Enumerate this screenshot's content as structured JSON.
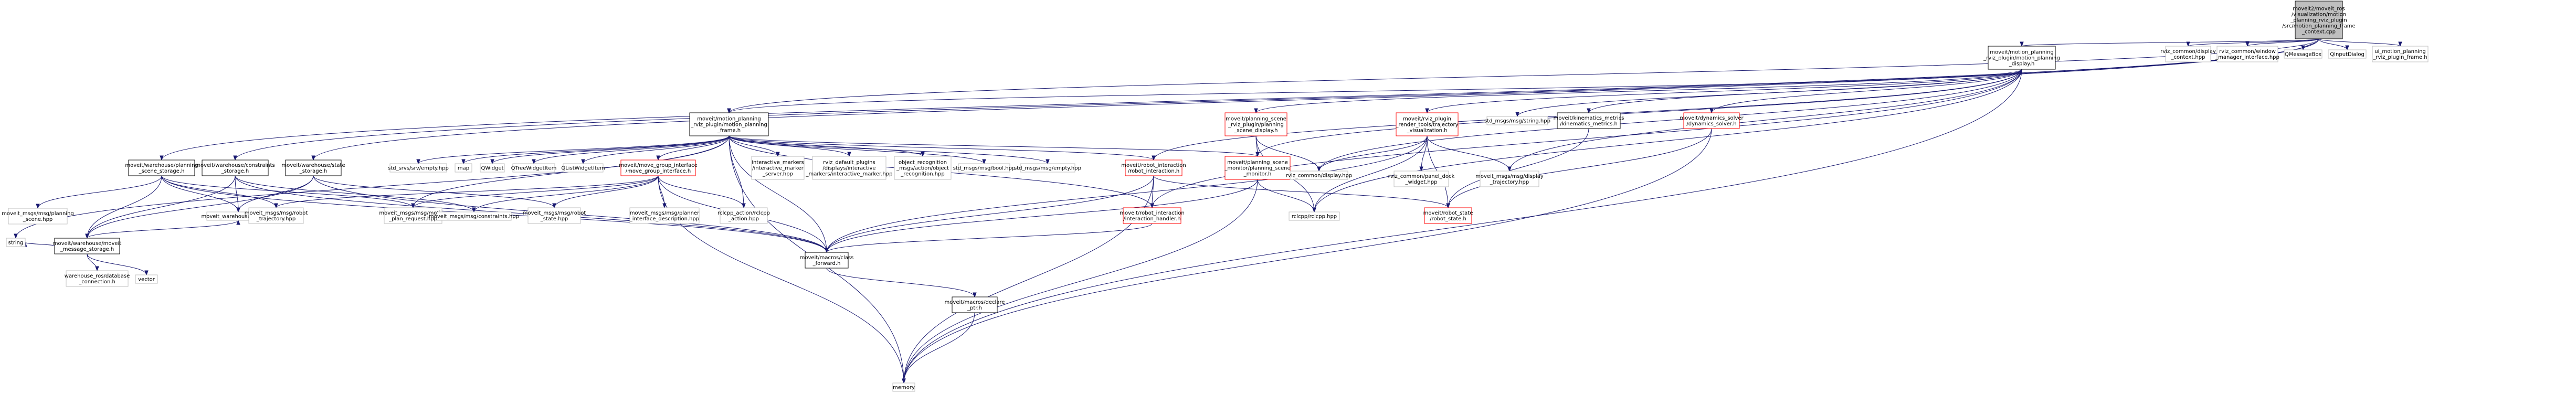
{
  "graph": {
    "title": "",
    "colors": {
      "edge": "#191970",
      "root_fill": "#bfbfbf",
      "normal_border": "#000000",
      "warn_border": "#ff0000",
      "system_border": "#bfbfbf",
      "node_fill": "#ffffff"
    },
    "nodes": [
      {
        "id": "root",
        "label": [
          "moveit2/moveit_ros",
          "/visualization/motion",
          "_planning_rviz_plugin",
          "/src/motion_planning_frame",
          "_context.cpp"
        ],
        "kind": "root"
      },
      {
        "id": "mpd",
        "label": [
          "moveit/motion_planning",
          "_rviz_plugin/motion_planning",
          "_display.h"
        ],
        "kind": "normal"
      },
      {
        "id": "rcd",
        "label": [
          "rviz_common/display",
          "_context.hpp"
        ],
        "kind": "system"
      },
      {
        "id": "rcwm",
        "label": [
          "rviz_common/window",
          "_manager_interface.hpp"
        ],
        "kind": "system"
      },
      {
        "id": "qmb",
        "label": [
          "QMessageBox"
        ],
        "kind": "system"
      },
      {
        "id": "qid",
        "label": [
          "QInputDialog"
        ],
        "kind": "system"
      },
      {
        "id": "uimp",
        "label": [
          "ui_motion_planning",
          "_rviz_plugin_frame.h"
        ],
        "kind": "system"
      },
      {
        "id": "mpf",
        "label": [
          "moveit/motion_planning",
          "_rviz_plugin/motion_planning",
          "_frame.h"
        ],
        "kind": "normal"
      },
      {
        "id": "psd",
        "label": [
          "moveit/planning_scene",
          "_rviz_plugin/planning",
          "_scene_display.h"
        ],
        "kind": "warn"
      },
      {
        "id": "rtv",
        "label": [
          "moveit/rviz_plugin",
          "_render_tools/trajectory",
          "_visualization.h"
        ],
        "kind": "warn"
      },
      {
        "id": "stdstr",
        "label": [
          "std_msgs/msg/string.hpp"
        ],
        "kind": "system"
      },
      {
        "id": "kinm",
        "label": [
          "moveit/kinematics_metrics",
          "/kinematics_metrics.h"
        ],
        "kind": "normal"
      },
      {
        "id": "dyn",
        "label": [
          "moveit/dynamics_solver",
          "/dynamics_solver.h"
        ],
        "kind": "warn"
      },
      {
        "id": "wps",
        "label": [
          "moveit/warehouse/planning",
          "_scene_storage.h"
        ],
        "kind": "normal"
      },
      {
        "id": "wcs",
        "label": [
          "moveit/warehouse/constraints",
          "_storage.h"
        ],
        "kind": "normal"
      },
      {
        "id": "wss",
        "label": [
          "moveit/warehouse/state",
          "_storage.h"
        ],
        "kind": "normal"
      },
      {
        "id": "stdsrvs",
        "label": [
          "std_srvs/srv/empty.hpp"
        ],
        "kind": "system"
      },
      {
        "id": "map",
        "label": [
          "map"
        ],
        "kind": "system"
      },
      {
        "id": "qw",
        "label": [
          "QWidget"
        ],
        "kind": "system"
      },
      {
        "id": "qtwi",
        "label": [
          "QTreeWidgetItem"
        ],
        "kind": "system"
      },
      {
        "id": "qlwi",
        "label": [
          "QListWidgetItem"
        ],
        "kind": "system"
      },
      {
        "id": "mgi",
        "label": [
          "moveit/move_group_interface",
          "/move_group_interface.h"
        ],
        "kind": "warn"
      },
      {
        "id": "imsrv",
        "label": [
          "interactive_markers",
          "/interactive_marker",
          "_server.hpp"
        ],
        "kind": "system"
      },
      {
        "id": "rdp",
        "label": [
          "rviz_default_plugins",
          "/displays/interactive",
          "_markers/interactive_marker.hpp"
        ],
        "kind": "system"
      },
      {
        "id": "obj",
        "label": [
          "object_recognition",
          "_msgs/action/object",
          "_recognition.hpp"
        ],
        "kind": "system"
      },
      {
        "id": "stdbool",
        "label": [
          "std_msgs/msg/bool.hpp"
        ],
        "kind": "system"
      },
      {
        "id": "stdempty",
        "label": [
          "std_msgs/msg/empty.hpp"
        ],
        "kind": "system"
      },
      {
        "id": "rii",
        "label": [
          "moveit/robot_interaction",
          "/robot_interaction.h"
        ],
        "kind": "warn"
      },
      {
        "id": "psm",
        "label": [
          "moveit/planning_scene",
          "_monitor/planning_scene",
          "_monitor.h"
        ],
        "kind": "warn"
      },
      {
        "id": "rcdisp",
        "label": [
          "rviz_common/display.hpp"
        ],
        "kind": "system"
      },
      {
        "id": "rcpd",
        "label": [
          "rviz_common/panel_dock",
          "_widget.hpp"
        ],
        "kind": "system"
      },
      {
        "id": "mmdt",
        "label": [
          "moveit_msgs/msg/display",
          "_trajectory.hpp"
        ],
        "kind": "system"
      },
      {
        "id": "string",
        "label": [
          "string"
        ],
        "kind": "system"
      },
      {
        "id": "wms",
        "label": [
          "moveit/warehouse/moveit",
          "_message_storage.h"
        ],
        "kind": "normal"
      },
      {
        "id": "mmps",
        "label": [
          "moveit_msgs/msg/planning",
          "_scene.hpp"
        ],
        "kind": "system"
      },
      {
        "id": "mwe",
        "label": [
          "moveit_warehouse_export.h"
        ],
        "kind": "system"
      },
      {
        "id": "mmrt",
        "label": [
          "moveit_msgs/msg/robot",
          "_trajectory.hpp"
        ],
        "kind": "system"
      },
      {
        "id": "mmmpr",
        "label": [
          "moveit_msgs/msg/motion",
          "_plan_request.hpp"
        ],
        "kind": "system"
      },
      {
        "id": "mmc",
        "label": [
          "moveit_msgs/msg/constraints.hpp"
        ],
        "kind": "system"
      },
      {
        "id": "mmrs",
        "label": [
          "moveit_msgs/msg/robot",
          "_state.hpp"
        ],
        "kind": "system"
      },
      {
        "id": "mmpid",
        "label": [
          "moveit_msgs/msg/planner",
          "_interface_description.hpp"
        ],
        "kind": "system"
      },
      {
        "id": "rca",
        "label": [
          "rclcpp_action/rclcpp",
          "_action.hpp"
        ],
        "kind": "system"
      },
      {
        "id": "iih",
        "label": [
          "moveit/robot_interaction",
          "/interaction_handler.h"
        ],
        "kind": "warn"
      },
      {
        "id": "rclcpp",
        "label": [
          "rclcpp/rclcpp.hpp"
        ],
        "kind": "system"
      },
      {
        "id": "rstate",
        "label": [
          "moveit/robot_state",
          "/robot_state.h"
        ],
        "kind": "warn"
      },
      {
        "id": "wdb",
        "label": [
          "warehouse_ros/database",
          "_connection.h"
        ],
        "kind": "system"
      },
      {
        "id": "vector",
        "label": [
          "vector"
        ],
        "kind": "system"
      },
      {
        "id": "mcf",
        "label": [
          "moveit/macros/class",
          "_forward.h"
        ],
        "kind": "normal"
      },
      {
        "id": "mdecl",
        "label": [
          "moveit/macros/declare",
          "_ptr.h"
        ],
        "kind": "normal"
      },
      {
        "id": "memory",
        "label": [
          "memory"
        ],
        "kind": "system"
      }
    ],
    "edges": [
      [
        "root",
        "mpd"
      ],
      [
        "root",
        "rcd"
      ],
      [
        "root",
        "rcwm"
      ],
      [
        "root",
        "qmb"
      ],
      [
        "root",
        "qid"
      ],
      [
        "root",
        "uimp"
      ],
      [
        "root",
        "mpf"
      ],
      [
        "root",
        "wps"
      ],
      [
        "root",
        "wcs"
      ],
      [
        "root",
        "wss"
      ],
      [
        "mpd",
        "mpf"
      ],
      [
        "mpd",
        "psd"
      ],
      [
        "mpd",
        "rtv"
      ],
      [
        "mpd",
        "stdstr"
      ],
      [
        "mpd",
        "kinm"
      ],
      [
        "mpd",
        "dyn"
      ],
      [
        "mpd",
        "rcdisp"
      ],
      [
        "mpd",
        "psm"
      ],
      [
        "mpd",
        "rii"
      ],
      [
        "mpd",
        "iih"
      ],
      [
        "mpd",
        "rclcpp"
      ],
      [
        "mpd",
        "mmdt"
      ],
      [
        "mpd",
        "memory"
      ],
      [
        "mpf",
        "stdsrvs"
      ],
      [
        "mpf",
        "map"
      ],
      [
        "mpf",
        "qw"
      ],
      [
        "mpf",
        "qtwi"
      ],
      [
        "mpf",
        "qlwi"
      ],
      [
        "mpf",
        "mgi"
      ],
      [
        "mpf",
        "imsrv"
      ],
      [
        "mpf",
        "rdp"
      ],
      [
        "mpf",
        "obj"
      ],
      [
        "mpf",
        "stdbool"
      ],
      [
        "mpf",
        "stdempty"
      ],
      [
        "mpf",
        "rii"
      ],
      [
        "mpf",
        "psm"
      ],
      [
        "mpf",
        "string"
      ],
      [
        "mpf",
        "mmmpr"
      ],
      [
        "mpf",
        "rca"
      ],
      [
        "mpf",
        "iih"
      ],
      [
        "mpf",
        "mcf"
      ],
      [
        "mpf",
        "memory"
      ],
      [
        "psd",
        "psm"
      ],
      [
        "psd",
        "rcdisp"
      ],
      [
        "psd",
        "rclcpp"
      ],
      [
        "rtv",
        "rcdisp"
      ],
      [
        "rtv",
        "rcpd"
      ],
      [
        "rtv",
        "mmdt"
      ],
      [
        "rtv",
        "rstate"
      ],
      [
        "rtv",
        "rclcpp"
      ],
      [
        "rtv",
        "mcf"
      ],
      [
        "kinm",
        "rstate"
      ],
      [
        "dyn",
        "rstate"
      ],
      [
        "dyn",
        "memory"
      ],
      [
        "wps",
        "wms"
      ],
      [
        "wps",
        "mmps"
      ],
      [
        "wps",
        "mwe"
      ],
      [
        "wps",
        "mmrt"
      ],
      [
        "wps",
        "mmmpr"
      ],
      [
        "wps",
        "mcf"
      ],
      [
        "wcs",
        "wms"
      ],
      [
        "wcs",
        "mwe"
      ],
      [
        "wcs",
        "mmc"
      ],
      [
        "wcs",
        "mcf"
      ],
      [
        "wss",
        "wms"
      ],
      [
        "wss",
        "mwe"
      ],
      [
        "wss",
        "mmrs"
      ],
      [
        "wss",
        "mcf"
      ],
      [
        "wms",
        "string"
      ],
      [
        "wms",
        "wdb"
      ],
      [
        "wms",
        "vector"
      ],
      [
        "wms",
        "mwe"
      ],
      [
        "mgi",
        "mmrt"
      ],
      [
        "mgi",
        "mmmpr"
      ],
      [
        "mgi",
        "mmc"
      ],
      [
        "mgi",
        "mmrs"
      ],
      [
        "mgi",
        "mmpid"
      ],
      [
        "mgi",
        "rca"
      ],
      [
        "mgi",
        "mcf"
      ],
      [
        "mgi",
        "memory"
      ],
      [
        "rii",
        "iih"
      ],
      [
        "rii",
        "rstate"
      ],
      [
        "rii",
        "mcf"
      ],
      [
        "rii",
        "memory"
      ],
      [
        "psm",
        "rclcpp"
      ],
      [
        "psm",
        "mcf"
      ],
      [
        "psm",
        "memory"
      ],
      [
        "iih",
        "mcf"
      ],
      [
        "mcf",
        "mdecl"
      ],
      [
        "mdecl",
        "memory"
      ]
    ]
  }
}
